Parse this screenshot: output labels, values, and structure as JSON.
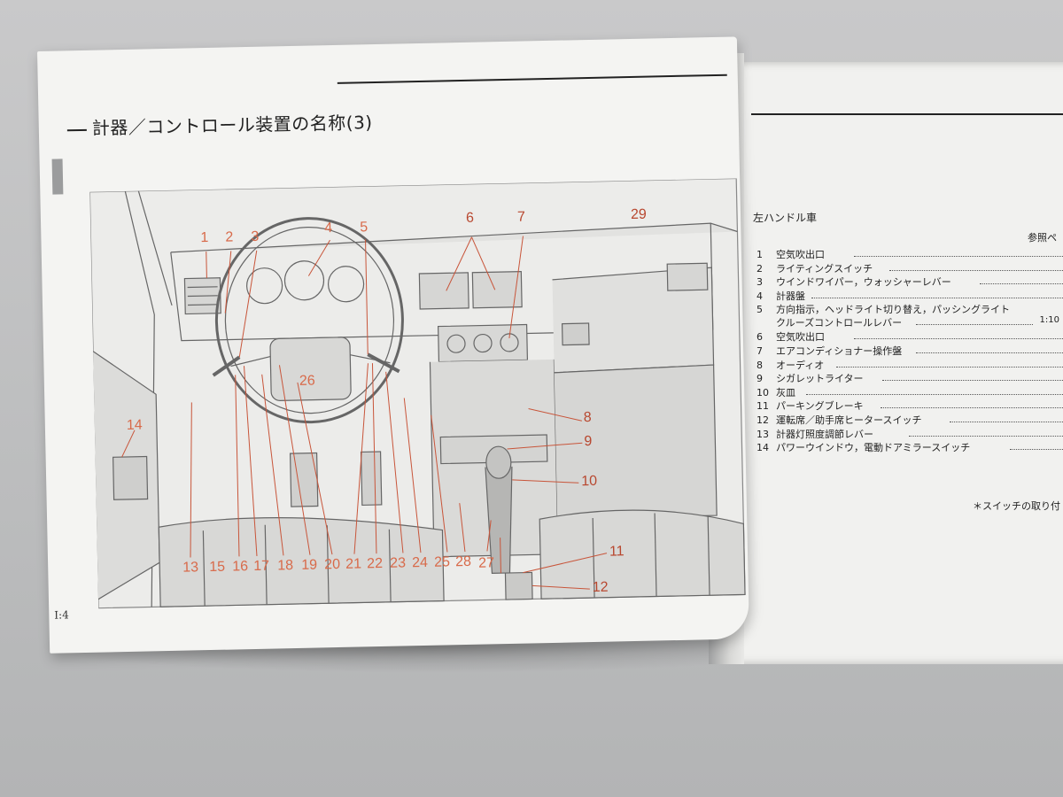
{
  "left_page": {
    "title": "計器／コントロール装置の名称(3)",
    "page_number": "I:4",
    "callouts": [
      {
        "id": "1",
        "label": "1"
      },
      {
        "id": "2",
        "label": "2"
      },
      {
        "id": "3",
        "label": "3"
      },
      {
        "id": "4",
        "label": "4"
      },
      {
        "id": "5",
        "label": "5"
      },
      {
        "id": "6",
        "label": "6"
      },
      {
        "id": "7",
        "label": "7"
      },
      {
        "id": "8",
        "label": "8"
      },
      {
        "id": "9",
        "label": "9"
      },
      {
        "id": "10",
        "label": "10"
      },
      {
        "id": "11",
        "label": "11"
      },
      {
        "id": "12",
        "label": "12"
      },
      {
        "id": "13",
        "label": "13"
      },
      {
        "id": "14",
        "label": "14"
      },
      {
        "id": "15",
        "label": "15"
      },
      {
        "id": "16",
        "label": "16"
      },
      {
        "id": "17",
        "label": "17"
      },
      {
        "id": "18",
        "label": "18"
      },
      {
        "id": "19",
        "label": "19"
      },
      {
        "id": "20",
        "label": "20"
      },
      {
        "id": "21",
        "label": "21"
      },
      {
        "id": "22",
        "label": "22"
      },
      {
        "id": "23",
        "label": "23"
      },
      {
        "id": "24",
        "label": "24"
      },
      {
        "id": "25",
        "label": "25"
      },
      {
        "id": "26",
        "label": "26"
      },
      {
        "id": "27",
        "label": "27"
      },
      {
        "id": "28",
        "label": "28"
      },
      {
        "id": "29",
        "label": "29"
      }
    ]
  },
  "right_page": {
    "heading": "左ハンドル車",
    "ref_header": "参照ペ",
    "items": [
      {
        "num": "1",
        "text": "空気吹出口"
      },
      {
        "num": "2",
        "text": "ライティングスイッチ"
      },
      {
        "num": "3",
        "text": "ウインドワイパー，ウォッシャーレバー"
      },
      {
        "num": "4",
        "text": "計器盤"
      },
      {
        "num": "5",
        "text": "方向指示，ヘッドライト切り替え，パッシングライト",
        "sub": "クルーズコントロールレバー",
        "page": "1:10"
      },
      {
        "num": "6",
        "text": "空気吹出口"
      },
      {
        "num": "7",
        "text": "エアコンディショナー操作盤"
      },
      {
        "num": "8",
        "text": "オーディオ"
      },
      {
        "num": "9",
        "text": "シガレットライター"
      },
      {
        "num": "10",
        "text": "灰皿"
      },
      {
        "num": "11",
        "text": "パーキングブレーキ"
      },
      {
        "num": "12",
        "text": "運転席／助手席ヒータースイッチ"
      },
      {
        "num": "13",
        "text": "計器灯照度調節レバー"
      },
      {
        "num": "14",
        "text": "パワーウインドウ，電動ドアミラースイッチ"
      }
    ],
    "footnote": "＊スイッチの取り付"
  },
  "colors": {
    "callout": "#d86a4a",
    "line_art": "#555555",
    "page": "#f4f4f2"
  }
}
